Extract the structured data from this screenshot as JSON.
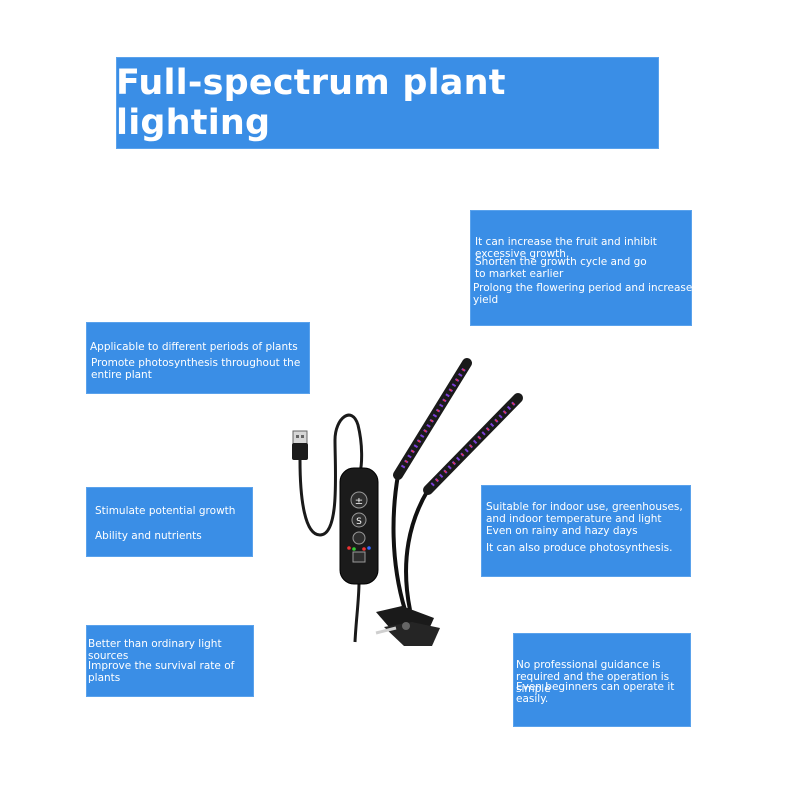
{
  "title": "Full-spectrum plant lighting",
  "callouts": {
    "top_right": {
      "lines": [
        "It can increase the fruit and inhibit excessive growth.",
        "Shorten the growth cycle and go to market earlier",
        "Prolong the flowering period and increase the yield"
      ]
    },
    "left_1": {
      "lines": [
        "Applicable to different periods of plants",
        "Promote photosynthesis throughout the entire plant"
      ]
    },
    "left_2": {
      "lines": [
        "Stimulate potential growth",
        "Ability and nutrients"
      ]
    },
    "left_3": {
      "lines": [
        "Better than ordinary light sources",
        "Improve the survival rate of plants"
      ]
    },
    "right_2": {
      "lines": [
        "Suitable for indoor use, greenhouses, and indoor temperature and light",
        "Even on rainy and hazy days",
        "It can also produce photosynthesis."
      ]
    },
    "right_3": {
      "lines": [
        "No professional guidance is required and the operation is simple",
        "Even beginners can operate it easily."
      ]
    }
  },
  "controller": {
    "buttons": [
      "±",
      "S"
    ]
  },
  "colors": {
    "callout_bg": "#3a8ee6",
    "light_bar": "#7b3fd6",
    "body": "#1a1a1a"
  }
}
